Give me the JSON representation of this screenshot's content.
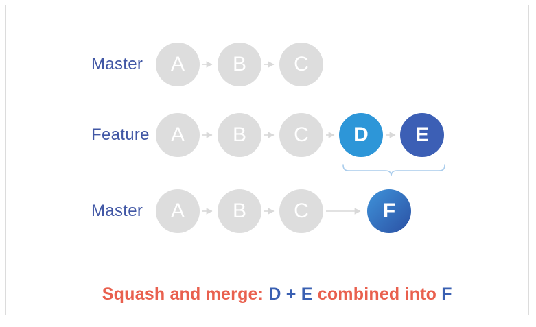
{
  "diagram": {
    "rows": [
      {
        "label": "Master",
        "commits": [
          {
            "id": "A"
          },
          {
            "id": "B"
          },
          {
            "id": "C"
          }
        ]
      },
      {
        "label": "Feature",
        "commits": [
          {
            "id": "A"
          },
          {
            "id": "B"
          },
          {
            "id": "C"
          },
          {
            "id": "D"
          },
          {
            "id": "E"
          }
        ]
      },
      {
        "label": "Master",
        "commits": [
          {
            "id": "A"
          },
          {
            "id": "B"
          },
          {
            "id": "C"
          },
          {
            "id": "F"
          }
        ]
      }
    ],
    "caption": {
      "segments": [
        {
          "text": "Squash and merge: ",
          "color": "#E9604E"
        },
        {
          "text": "D + E",
          "color": "#3A60B2"
        },
        {
          "text": " combined into ",
          "color": "#E9604E"
        },
        {
          "text": "F",
          "color": "#3A60B2"
        }
      ]
    },
    "icons": {
      "arrow": "arrow-right-icon",
      "brace": "curly-brace-icon"
    },
    "colors": {
      "branch_label": "#4157A5",
      "commit_gray": "#DDDDDD",
      "commit_blue_light": "#2D96D8",
      "commit_blue_dark": "#3C5FB5",
      "commit_gradient_start": "#3F93DA",
      "commit_gradient_end": "#2B50A3",
      "arrow_gray": "#D9D9D9",
      "brace_blue": "#A9CCEC",
      "frame_border": "#DCDCDC",
      "caption_orange": "#E9604E",
      "caption_blue": "#3A60B2"
    }
  }
}
